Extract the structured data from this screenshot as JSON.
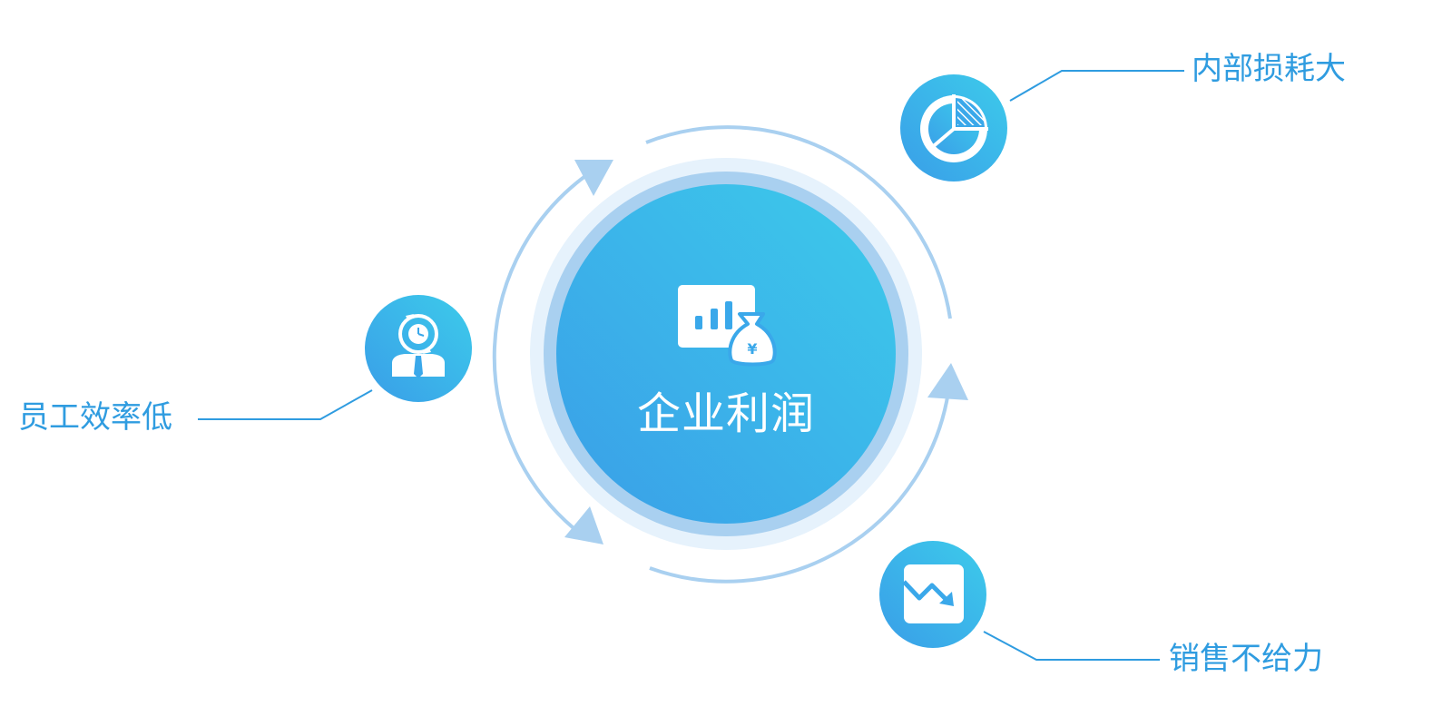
{
  "diagram": {
    "center": {
      "title": "企业利润",
      "icon": "chart-money-bag-icon"
    },
    "nodes": [
      {
        "id": "internal",
        "label": "内部损耗大",
        "icon": "pie-chart-icon"
      },
      {
        "id": "staff",
        "label": "员工效率低",
        "icon": "employee-clock-icon"
      },
      {
        "id": "sales",
        "label": "销售不给力",
        "icon": "trend-down-icon"
      }
    ]
  },
  "colors": {
    "gradient_start": "#3a9ee8",
    "gradient_end": "#3ccbeb",
    "ring_outer": "#e6f2fc",
    "ring_inner": "#a9d0f0",
    "arc": "#a9d0f0",
    "label": "#2f9ce0",
    "connector": "#2f9ce0"
  }
}
